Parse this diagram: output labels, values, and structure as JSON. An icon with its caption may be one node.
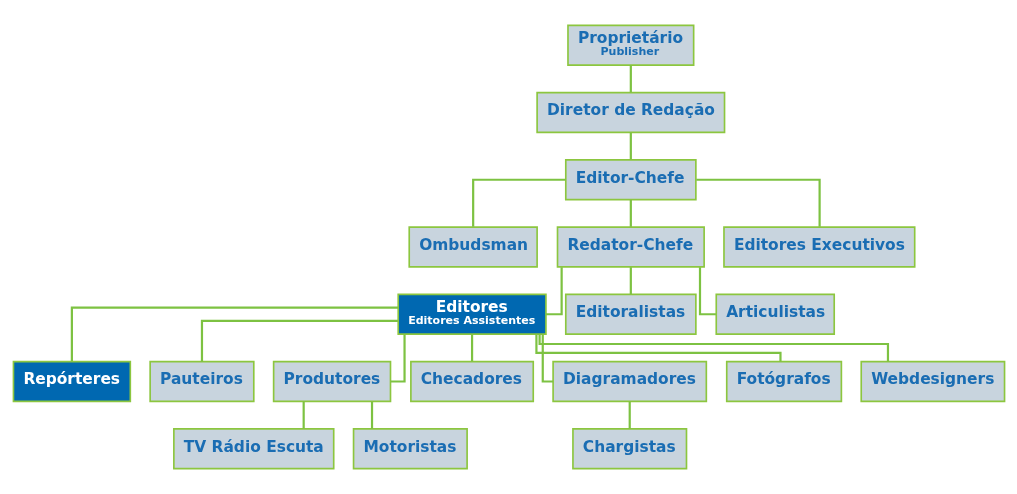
{
  "diagram": {
    "nodes": [
      {
        "text": [
          "Proprietário",
          "Publisher"
        ]
      },
      {
        "text": [
          "Diretor de Redação"
        ]
      },
      {
        "text": [
          "Editor-Chefe"
        ]
      },
      {
        "text": [
          "Ombudsman"
        ]
      },
      {
        "text": [
          "Redator-Chefe"
        ]
      },
      {
        "text": [
          "Editores Executivos"
        ]
      },
      {
        "text": [
          "Editores",
          "Editores Assistentes"
        ]
      },
      {
        "text": [
          "Editoralistas"
        ]
      },
      {
        "text": [
          "Articulistas"
        ]
      },
      {
        "text": [
          "Repórteres"
        ]
      },
      {
        "text": [
          "Pauteiros"
        ]
      },
      {
        "text": [
          "Produtores"
        ]
      },
      {
        "text": [
          "Checadores"
        ]
      },
      {
        "text": [
          "Diagramadores"
        ]
      },
      {
        "text": [
          "Fotógrafos"
        ]
      },
      {
        "text": [
          "Webdesigners"
        ]
      },
      {
        "text": [
          "TV Rádio Escuta"
        ]
      },
      {
        "text": [
          "Motoristas"
        ]
      },
      {
        "text": [
          "Chargistas"
        ]
      }
    ],
    "edges": [
      {
        "from": 0,
        "to": 1,
        "arrow": "none"
      },
      {
        "from": 1,
        "to": 2,
        "arrow": "none"
      },
      {
        "from": 2,
        "to": 3,
        "arrow": "none"
      },
      {
        "from": 2,
        "to": 4,
        "arrow": "none"
      },
      {
        "from": 2,
        "to": 5,
        "arrow": "none"
      },
      {
        "from": 4,
        "to": 6,
        "arrow": "none"
      },
      {
        "from": 4,
        "to": 7,
        "arrow": "none"
      },
      {
        "from": 4,
        "to": 8,
        "arrow": "none"
      },
      {
        "from": 6,
        "to": 9,
        "arrow": "none"
      },
      {
        "from": 6,
        "to": 10,
        "arrow": "none"
      },
      {
        "from": 6,
        "to": 11,
        "arrow": "none"
      },
      {
        "from": 6,
        "to": 12,
        "arrow": "none"
      },
      {
        "from": 6,
        "to": 13,
        "arrow": "none"
      },
      {
        "from": 6,
        "to": 14,
        "arrow": "none"
      },
      {
        "from": 6,
        "to": 15,
        "arrow": "none"
      },
      {
        "from": 11,
        "to": 16,
        "arrow": "none"
      },
      {
        "from": 11,
        "to": 17,
        "arrow": "none"
      },
      {
        "from": 13,
        "to": 18,
        "arrow": "none"
      }
    ]
  }
}
